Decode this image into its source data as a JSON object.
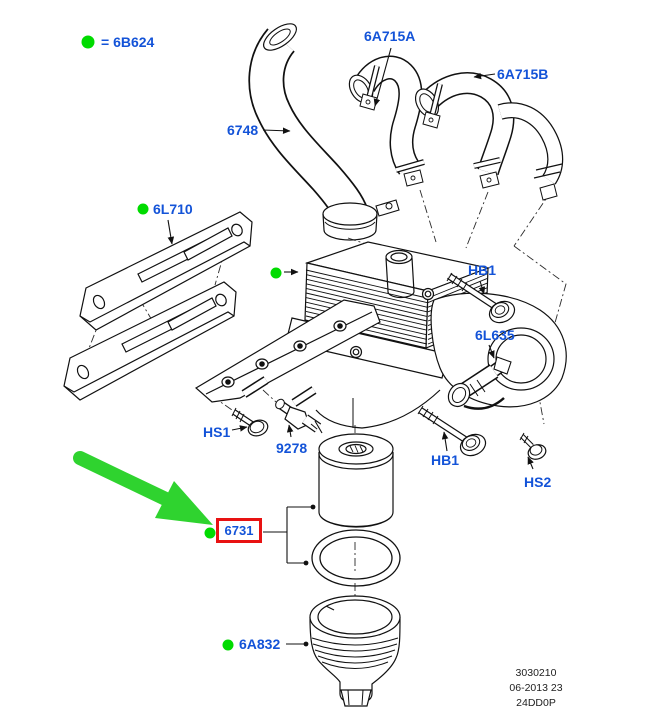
{
  "legend": {
    "text": "= 6B624",
    "symbol": "green-dot"
  },
  "parts": [
    {
      "label": "6A715A"
    },
    {
      "label": "6A715B"
    },
    {
      "label": "6748"
    },
    {
      "label": "6L710",
      "included_dot": true
    },
    {
      "label": "HB1"
    },
    {
      "label": "6L635"
    },
    {
      "label": "HS1"
    },
    {
      "label": "9278"
    },
    {
      "label": "HB1"
    },
    {
      "label": "HS2"
    },
    {
      "label": "6731",
      "highlighted": true,
      "included_dot": true
    },
    {
      "label": "6A832",
      "included_dot": true
    }
  ],
  "footer": {
    "line1": "3030210",
    "line2": "06-2013 23",
    "line3": "24DD0P"
  },
  "colors": {
    "label_blue": "#1353D8",
    "dot_green": "#00DB00",
    "arrow_green": "#2FD32F",
    "highlight_red": "#E81212",
    "line_black": "#111111"
  }
}
